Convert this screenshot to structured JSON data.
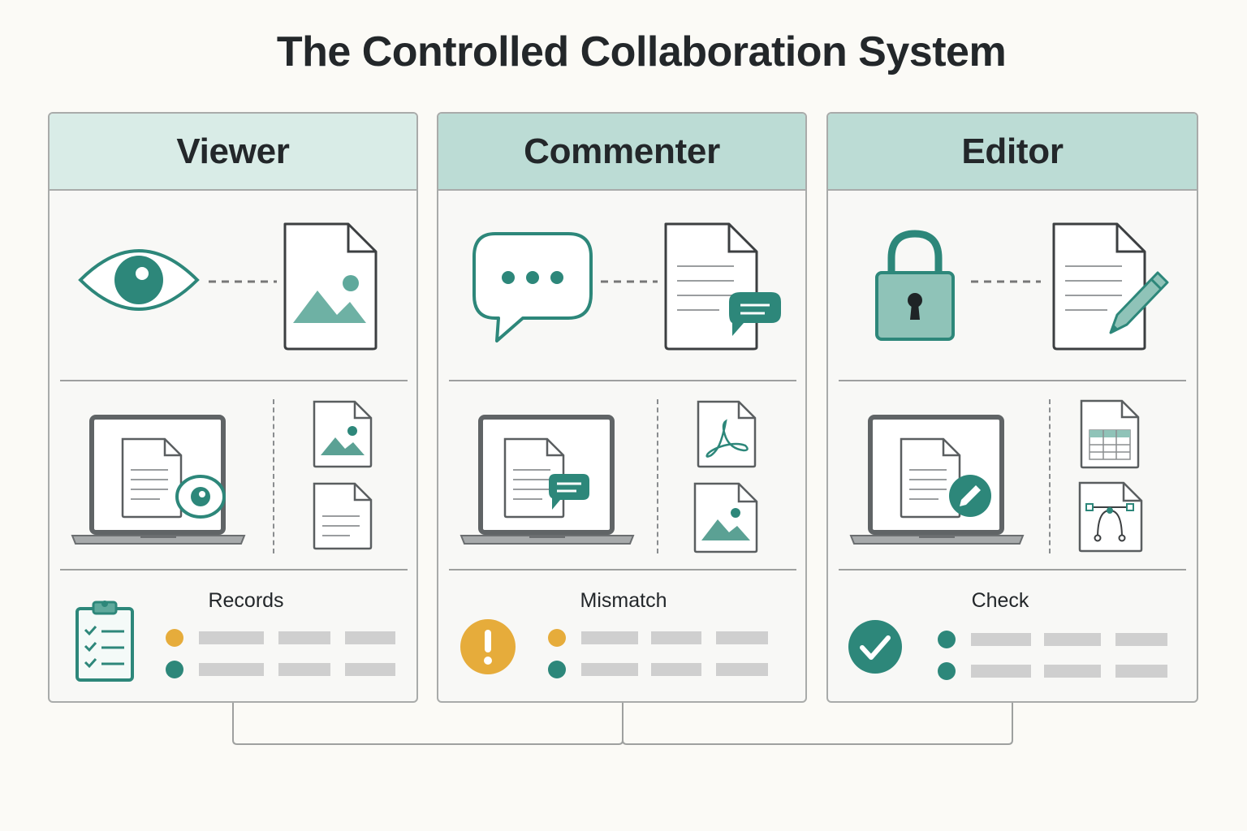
{
  "title": "The Controlled Collaboration System",
  "panels": [
    {
      "header": "Viewer",
      "section_label": "Records",
      "status_icon": "clipboard-checklist-icon"
    },
    {
      "header": "Commenter",
      "section_label": "Mismatch",
      "status_icon": "warning-icon"
    },
    {
      "header": "Editor",
      "section_label": "Check",
      "status_icon": "check-circle-icon"
    }
  ],
  "colors": {
    "teal": "#2d877a",
    "teal_light": "#8fc3b8",
    "header_viewer": "#d9ece7",
    "header_other": "#bcdcd5",
    "amber": "#e6ac3b",
    "placeholder_bar": "#cfcfcf",
    "gray_line": "#555a5c"
  }
}
